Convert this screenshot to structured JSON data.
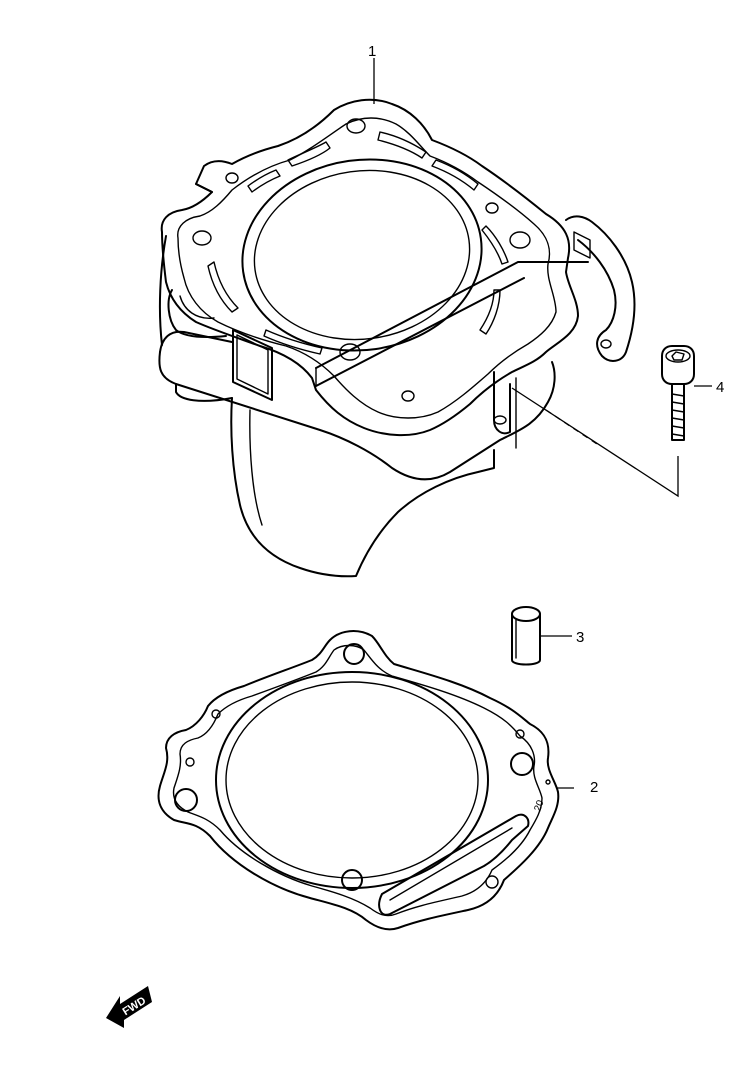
{
  "callouts": {
    "cylinder": "1",
    "gasket": "2",
    "dowel_pin": "3",
    "bolt": "4"
  },
  "gasket_marking": "20",
  "fwd_label": "FWD",
  "colors": {
    "line": "#000000",
    "background": "#ffffff"
  }
}
